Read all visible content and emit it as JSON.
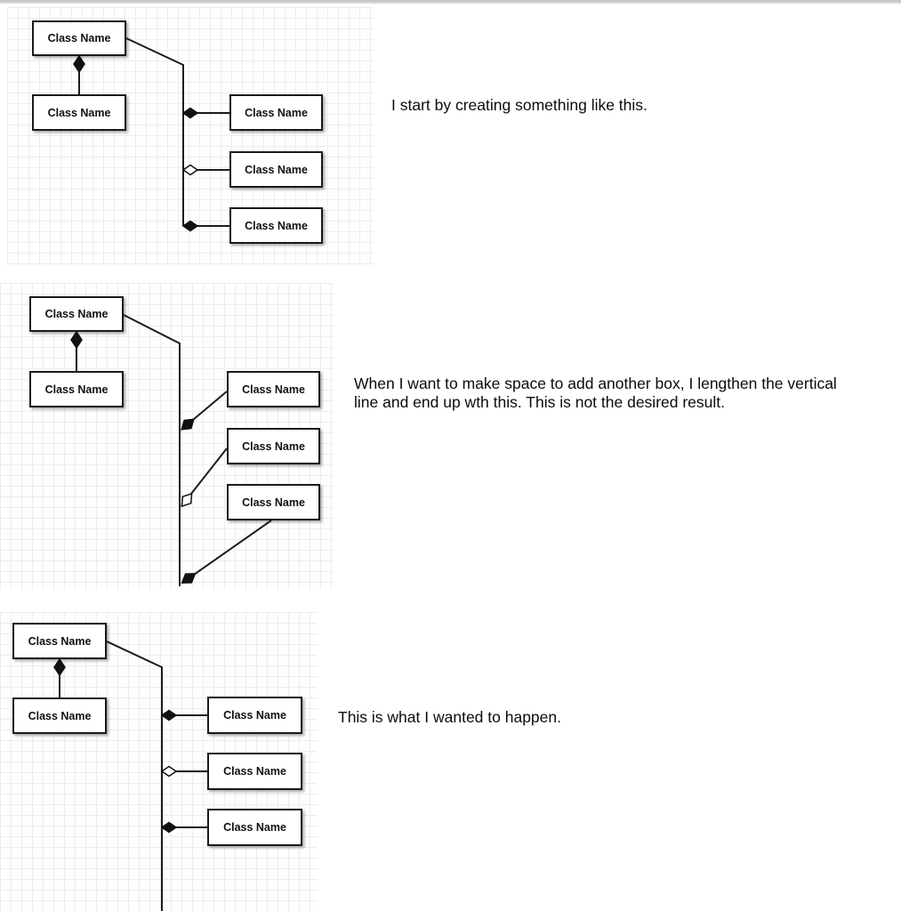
{
  "window": {
    "top_edge_color": "#c8c8c8"
  },
  "diagram": {
    "box_label": "Class Name",
    "grid_color": "#ededed",
    "box_border_color": "#1a1a1a",
    "connector_color": "#1c1c1c"
  },
  "panels": [
    {
      "id": "initial",
      "caption_lines": [
        "I start by creating something like this."
      ],
      "boxes": [
        "Class Name",
        "Class Name",
        "Class Name",
        "Class Name",
        "Class Name"
      ],
      "connectors": [
        "composition-filled-diamond",
        "composition-filled-diamond",
        "aggregation-hollow-diamond",
        "composition-filled-diamond"
      ]
    },
    {
      "id": "lengthened-not-desired",
      "caption_lines": [
        "When I want to make space to add another box, I lengthen the vertical",
        "line and end up wth this. This is not the desired result."
      ],
      "boxes": [
        "Class Name",
        "Class Name",
        "Class Name",
        "Class Name",
        "Class Name"
      ],
      "connectors": [
        "composition-filled-diamond",
        "composition-filled-diamond",
        "aggregation-hollow-diamond",
        "composition-filled-diamond"
      ]
    },
    {
      "id": "desired",
      "caption_lines": [
        "This is what I wanted to happen."
      ],
      "boxes": [
        "Class Name",
        "Class Name",
        "Class Name",
        "Class Name",
        "Class Name"
      ],
      "connectors": [
        "composition-filled-diamond",
        "composition-filled-diamond",
        "aggregation-hollow-diamond",
        "composition-filled-diamond"
      ]
    }
  ]
}
